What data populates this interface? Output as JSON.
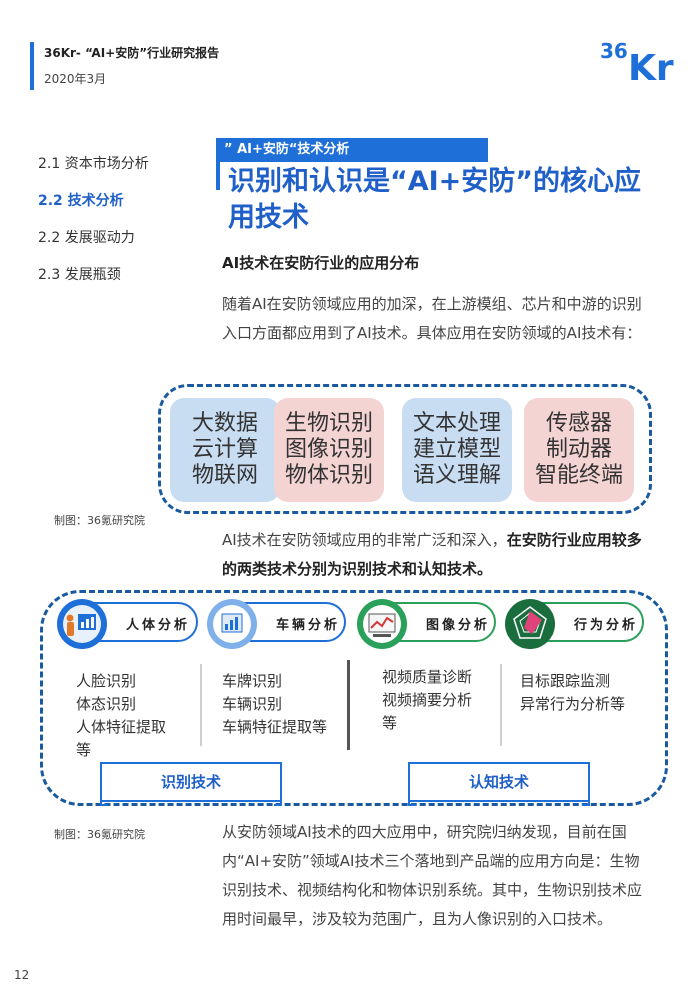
{
  "header": {
    "title": "36Kr- “AI+安防”行业研究报告",
    "date": "2020年3月",
    "logo_text": "36Kr"
  },
  "toc": {
    "items": [
      {
        "label": "2.1 资本市场分析",
        "active": false
      },
      {
        "label": "2.2 技术分析",
        "active": true
      },
      {
        "label": "2.2 发展驱动力",
        "active": false
      },
      {
        "label": "2.3 发展瓶颈",
        "active": false
      }
    ]
  },
  "section": {
    "label": "” AI+安防“技术分析",
    "headline": "识别和认识是“AI+安防”的核心应用技术",
    "subhead": "AI技术在安防行业的应用分布",
    "para1": "随着AI在安防领域应用的加深，在上游模组、芯片和中游的识别入口方面都应用到了AI技术。具体应用在安防领域的AI技术有：",
    "para2_normal": "AI技术在安防领域应用的非常广泛和深入，",
    "para2_bold": "在安防行业应用较多的两类技术分别为识别技术和认知技术。",
    "para3": "从安防领域AI技术的四大应用中，研究院归纳发现，目前在国内“AI+安防”领域AI技术三个落地到产品端的应用方向是：生物识别技术、视频结构化和物体识别系统。其中，生物识别技术应用时间最早，涉及较为范围广，且为人像识别的入口技术。"
  },
  "figure1": {
    "caption": "制图：36氪研究院",
    "tiles": [
      {
        "lines": [
          "大数据",
          "云计算",
          "物联网"
        ],
        "color": "blue"
      },
      {
        "lines": [
          "生物识别",
          "图像识别",
          "物体识别"
        ],
        "color": "pink"
      },
      {
        "lines": [
          "文本处理",
          "建立模型",
          "语义理解"
        ],
        "color": "blue"
      },
      {
        "lines": [
          "传感器",
          "制动器",
          "智能终端"
        ],
        "color": "pink"
      }
    ]
  },
  "figure2": {
    "caption": "制图：36氪研究院",
    "pills": [
      {
        "label": "人体分析",
        "icon": "person-chart-icon"
      },
      {
        "label": "车辆分析",
        "icon": "car-chart-icon"
      },
      {
        "label": "图像分析",
        "icon": "image-chart-icon"
      },
      {
        "label": "行为分析",
        "icon": "radar-chart-icon"
      }
    ],
    "columns": [
      [
        "人脸识别",
        "体态识别",
        "人体特征提取",
        "等"
      ],
      [
        "车牌识别",
        "车辆识别",
        "车辆特征提取等"
      ],
      [
        "视频质量诊断",
        "视频摘要分析",
        "等"
      ],
      [
        "目标跟踪监测",
        "异常行为分析等"
      ]
    ],
    "tags": {
      "left": "识别技术",
      "right": "认知技术"
    }
  },
  "page_number": "12",
  "colors": {
    "accent": "#1f6fd8",
    "green": "#2aa05a",
    "tile_blue": "#c8dcf2",
    "tile_pink": "#f4d3d3"
  }
}
